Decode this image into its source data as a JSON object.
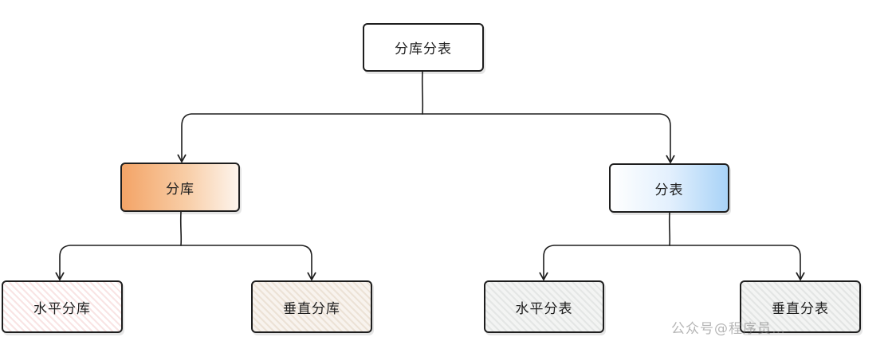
{
  "diagram": {
    "root": "分库分表",
    "left": "分库",
    "right": "分表",
    "left_children": [
      "水平分库",
      "垂直分库"
    ],
    "right_children": [
      "水平分表",
      "垂直分表"
    ],
    "colors": {
      "stroke": "#1e1e1e",
      "db_fill": "#f3a467",
      "table_fill": "#a9d3f7"
    }
  },
  "watermark": "公众号@程序员…"
}
